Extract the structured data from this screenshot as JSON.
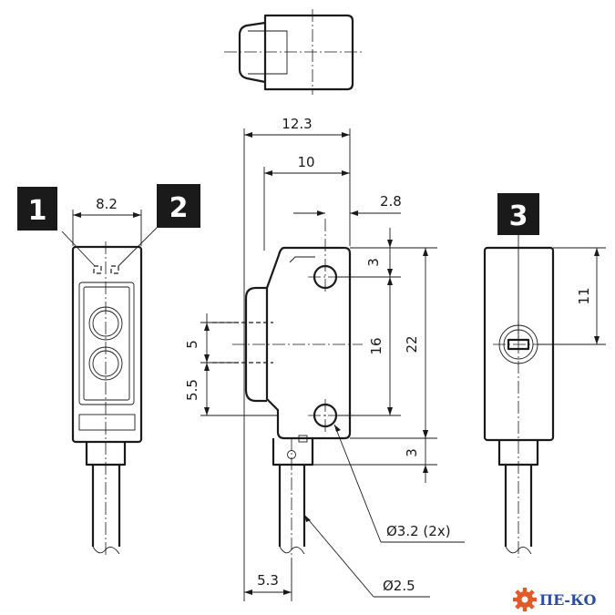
{
  "dimensions": {
    "width_overall": "12.3",
    "width_body": "10",
    "hole_offset": "2.8",
    "front_width": "8.2",
    "top_offset": "3",
    "hole_pitch": "16",
    "height_total": "22",
    "bottom_offset": "3",
    "lens_gap": "5",
    "lens_offset": "5.5",
    "cable_offset": "5.3",
    "hole_diameter": "Ø3.2 (2x)",
    "cable_diameter": "Ø2.5",
    "adjuster_height": "11"
  },
  "callouts": [
    "1",
    "2",
    "3"
  ],
  "logo": {
    "icon": "gear-icon",
    "text": "ПЕ-КО",
    "colors": {
      "gear": "#e05a2a",
      "text": "#2a4fa0"
    }
  },
  "colors": {
    "line": "#1a1a1a",
    "background": "#ffffff"
  }
}
